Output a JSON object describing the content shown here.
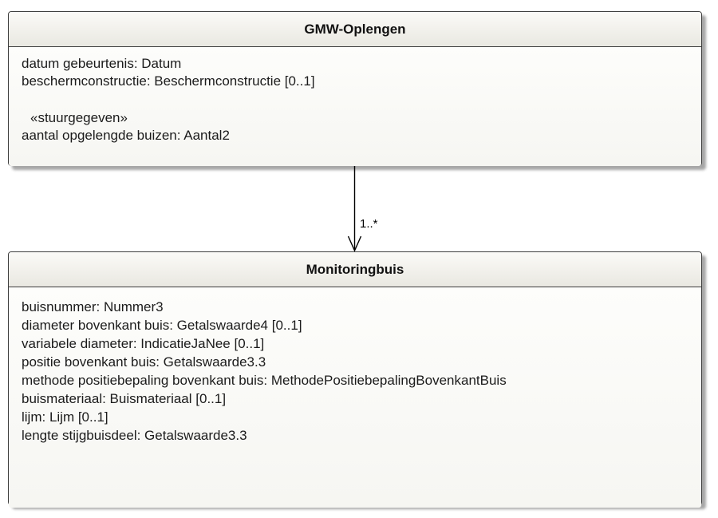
{
  "diagram": {
    "classes": [
      {
        "name": "GMW-Oplengen",
        "attributes": [
          "datum gebeurtenis: Datum",
          "beschermconstructie: Beschermconstructie [0..1]"
        ],
        "stereotype": "«stuurgegeven»",
        "stereotype_attributes": [
          "aantal opgelengde buizen: Aantal2"
        ]
      },
      {
        "name": "Monitoringbuis",
        "attributes": [
          "buisnummer: Nummer3",
          "diameter bovenkant buis: Getalswaarde4 [0..1]",
          "variabele diameter: IndicatieJaNee [0..1]",
          "positie bovenkant buis: Getalswaarde3.3",
          "methode positiebepaling bovenkant buis: MethodePositiebepalingBovenkantBuis",
          "buismateriaal: Buismateriaal [0..1]",
          "lijm: Lijm [0..1]",
          "lengte stijgbuisdeel: Getalswaarde3.3"
        ]
      }
    ],
    "association": {
      "multiplicity": "1..*"
    }
  }
}
